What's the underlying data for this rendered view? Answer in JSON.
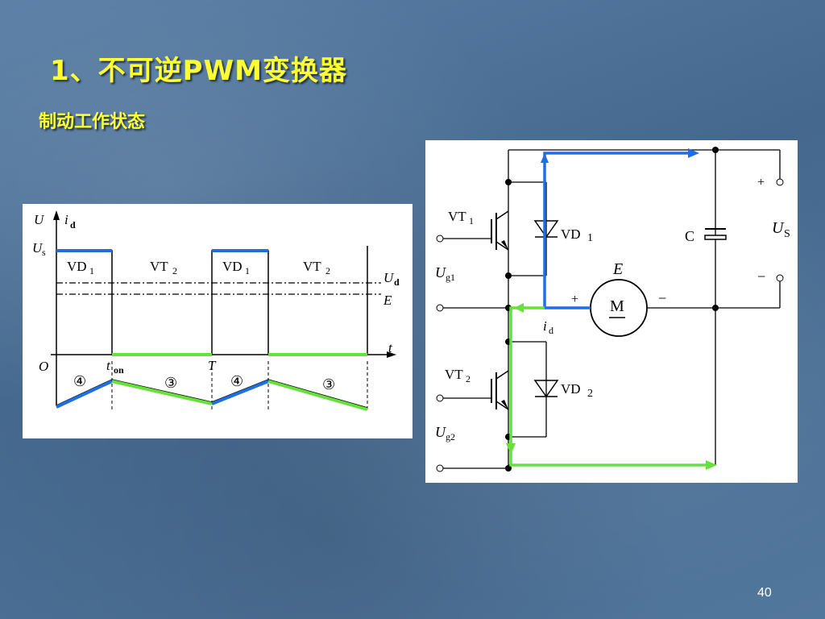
{
  "slide": {
    "title": "1、不可逆PWM变换器",
    "subtitle": "制动工作状态",
    "page_number": "40"
  },
  "waveform": {
    "axis_y_u": "U",
    "axis_y_i": "i",
    "axis_y_i_sub": "d",
    "axis_x": "t",
    "origin": "O",
    "us": "U",
    "us_sub": "s",
    "ud": "U",
    "ud_sub": "d",
    "e": "E",
    "t_on": "t",
    "t_on_sub": "on",
    "period": "T",
    "intervals": [
      {
        "main": "VD",
        "sub": "1"
      },
      {
        "main": "VT",
        "sub": "2"
      },
      {
        "main": "VD",
        "sub": "1"
      },
      {
        "main": "VT",
        "sub": "2"
      }
    ],
    "current_markers": [
      "④",
      "③",
      "④",
      "③"
    ]
  },
  "circuit": {
    "vt1": "VT",
    "vt1_sub": "1",
    "vt2": "VT",
    "vt2_sub": "2",
    "vd1": "VD",
    "vd1_sub": "1",
    "vd2": "VD",
    "vd2_sub": "2",
    "ug1": "U",
    "ug1_sub": "g1",
    "ug2": "U",
    "ug2_sub": "g2",
    "motor": "M",
    "emf": "E",
    "cap": "C",
    "us": "U",
    "us_sub": "S",
    "id": "i",
    "id_sub": "d",
    "plus": "+",
    "minus": "−"
  },
  "colors": {
    "title": "#ffff33",
    "blue_path": "#1f6fe0",
    "green_path": "#66e03a"
  }
}
